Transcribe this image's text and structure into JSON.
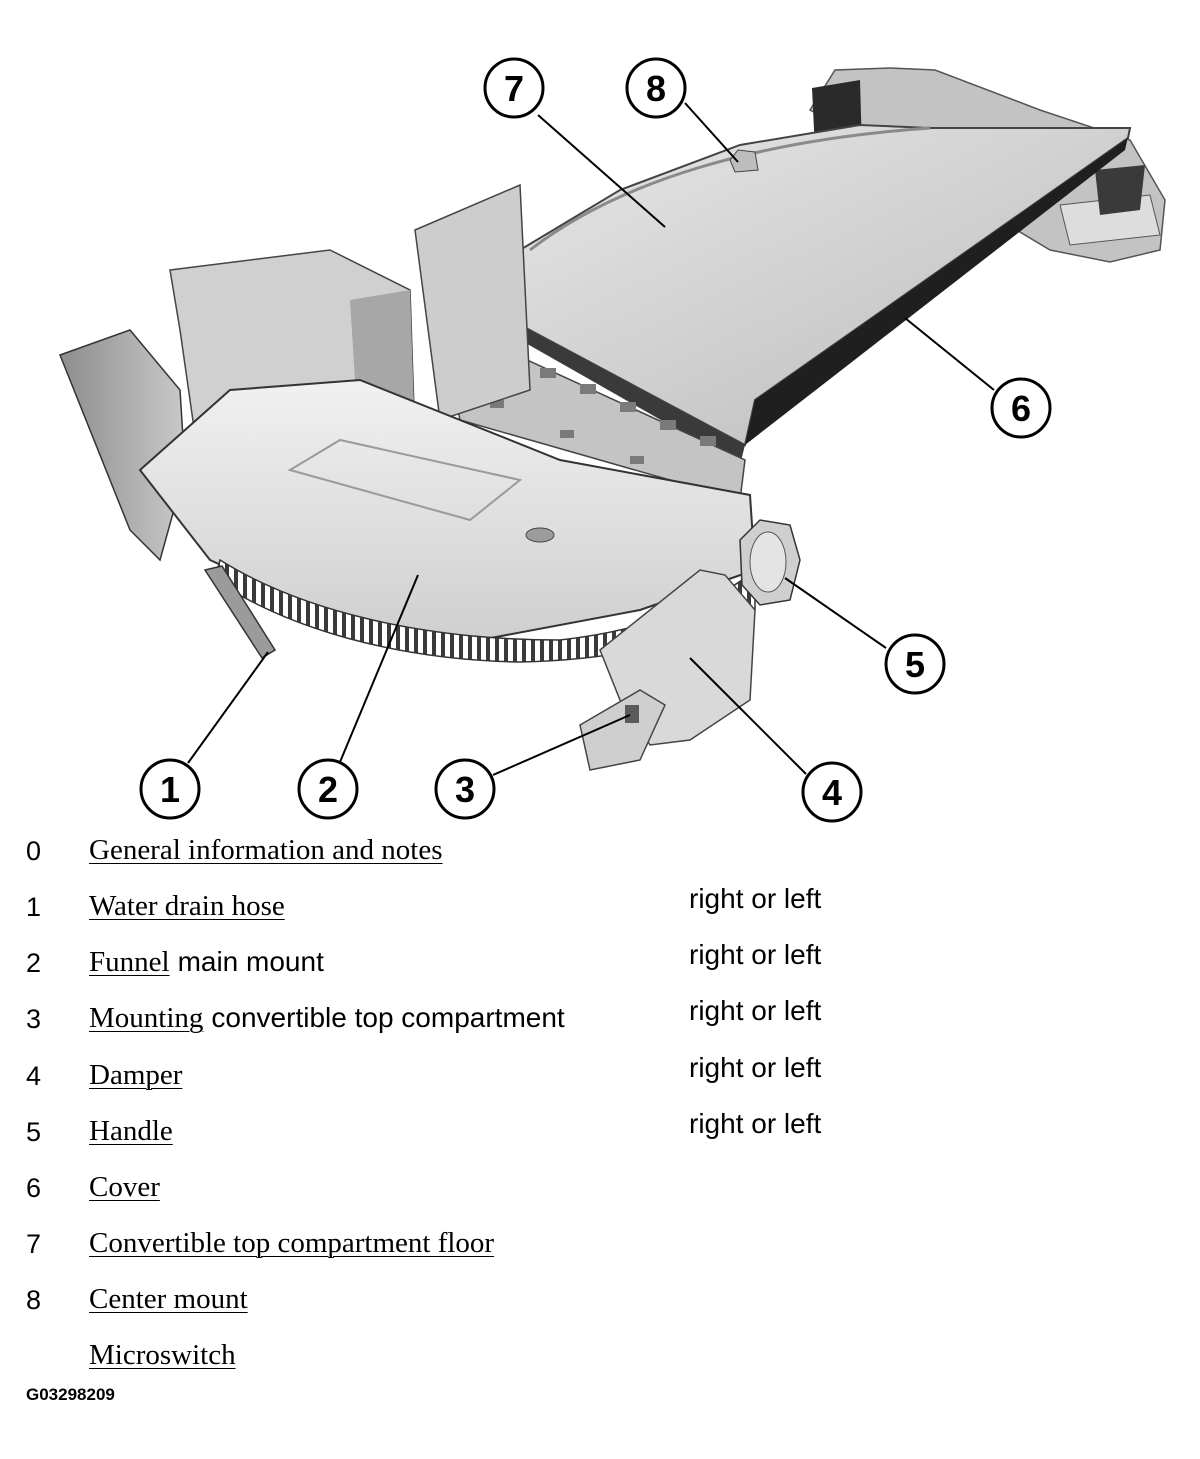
{
  "callouts": [
    "1",
    "2",
    "3",
    "4",
    "5",
    "6",
    "7",
    "8"
  ],
  "parts": [
    {
      "num": "0",
      "link": "General information and notes",
      "suffix": "",
      "side": ""
    },
    {
      "num": "1",
      "link": "Water drain hose",
      "suffix": "",
      "side": "right or left"
    },
    {
      "num": "2",
      "link": "Funnel",
      "suffix": "main mount",
      "side": "right or left"
    },
    {
      "num": "3",
      "link": "Mounting",
      "suffix": "convertible top compartment",
      "side": "right or left"
    },
    {
      "num": "4",
      "link": "Damper",
      "suffix": "",
      "side": "right or left"
    },
    {
      "num": "5",
      "link": "Handle",
      "suffix": "",
      "side": "right or left"
    },
    {
      "num": "6",
      "link": "Cover",
      "suffix": "",
      "side": ""
    },
    {
      "num": "7",
      "link": "Convertible top compartment floor",
      "suffix": "",
      "side": ""
    },
    {
      "num": "8",
      "link": "Center mount",
      "suffix": "",
      "side": ""
    },
    {
      "num": "",
      "link": "Microswitch",
      "suffix": "",
      "side": ""
    }
  ],
  "figure_id": "G03298209"
}
